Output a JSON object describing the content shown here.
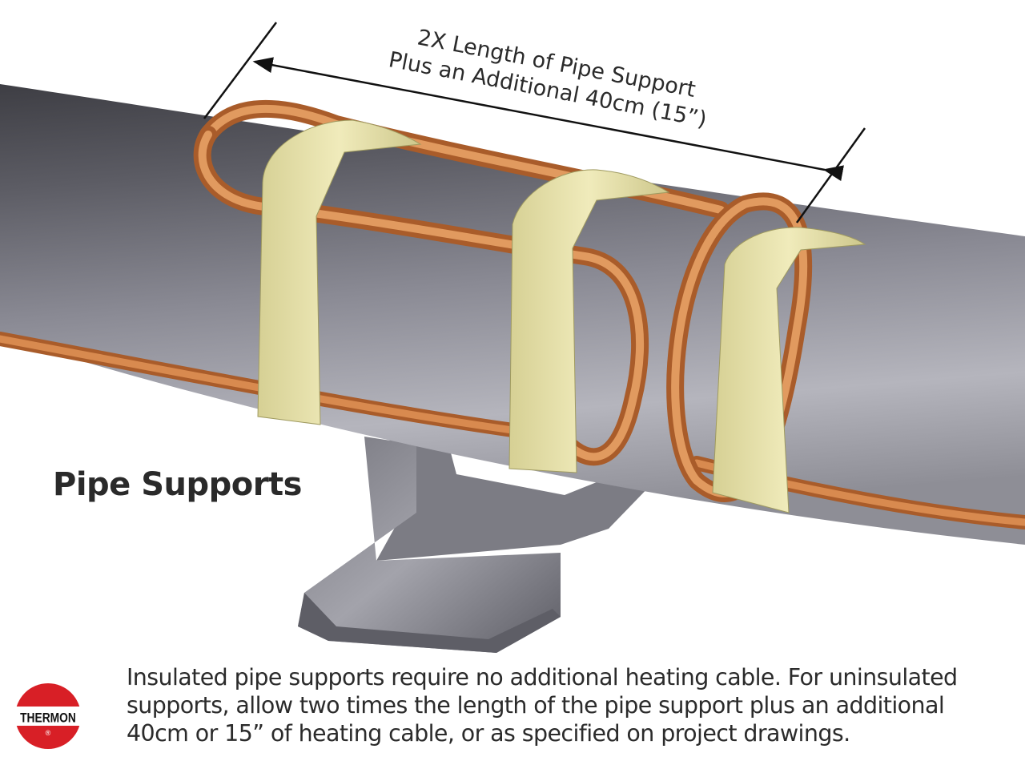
{
  "dimension": {
    "line1": "2X Length of Pipe Support",
    "line2": "Plus an Additional 40cm (15”)"
  },
  "title": "Pipe Supports",
  "caption": {
    "line1": "Insulated pipe supports require no additional heating cable. For uninsulated",
    "line2": "supports, allow two times the length of the pipe support plus an additional",
    "line3": "40cm or 15” of heating cable, or as specified on project drawings."
  },
  "logo": {
    "text": "THERMON",
    "mark": "®"
  },
  "colors": {
    "pipe": "#6e6e78",
    "cable": "#c8743a",
    "strap": "#e0dba0",
    "support": "#8c8c94",
    "logo_red": "#d81f26"
  },
  "icons": [
    "thermon-logo-icon",
    "dimension-arrow-icon"
  ]
}
